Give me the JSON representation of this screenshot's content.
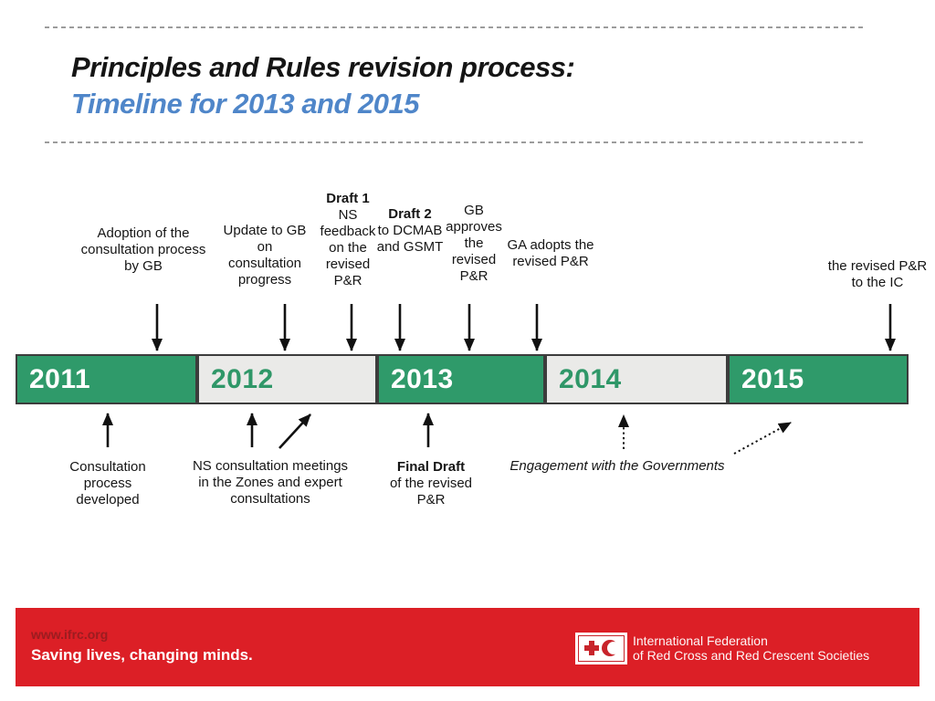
{
  "slide": {
    "title_line1": "Principles and Rules revision process:",
    "title_line2": "Timeline for 2013 and 2015",
    "subtitle_color": "#4F86C9"
  },
  "timeline": {
    "colors": {
      "green": "#2F9A6A",
      "gray": "#EAEAE8",
      "border": "#3C3C3C"
    },
    "years": [
      {
        "label": "2011",
        "variant": "green"
      },
      {
        "label": "2012",
        "variant": "gray"
      },
      {
        "label": "2013",
        "variant": "green"
      },
      {
        "label": "2014",
        "variant": "gray"
      },
      {
        "label": "2015",
        "variant": "green"
      }
    ],
    "top_labels": [
      {
        "text": "Adoption of the\nconsultation process\nby GB"
      },
      {
        "text": "Update to GB\non\nconsultation\nprogress"
      },
      {
        "heading": "Draft 1",
        "text": "NS\nfeedback\non the\nrevised\nP&R"
      },
      {
        "heading": "Draft 2",
        "text": "to DCMAB\nand GSMT"
      },
      {
        "text": "GB\napproves\nthe\nrevised\nP&R"
      },
      {
        "text": "GA adopts the\nrevised P&R"
      },
      {
        "text": "the revised P&R\nto the IC"
      }
    ],
    "bottom_labels": [
      {
        "text": "Consultation\nprocess\ndeveloped"
      },
      {
        "text": "NS consultation meetings\nin the Zones and expert\nconsultations"
      },
      {
        "heading": "Final Draft",
        "text": "of the revised\nP&R"
      },
      {
        "text": "Engagement with the Governments"
      }
    ]
  },
  "footer": {
    "banner_color": "#DC1F26",
    "website": "www.ifrc.org",
    "tagline": "Saving lives, changing minds.",
    "org_line1": "International Federation",
    "org_line2": "of Red Cross and Red Crescent Societies"
  }
}
